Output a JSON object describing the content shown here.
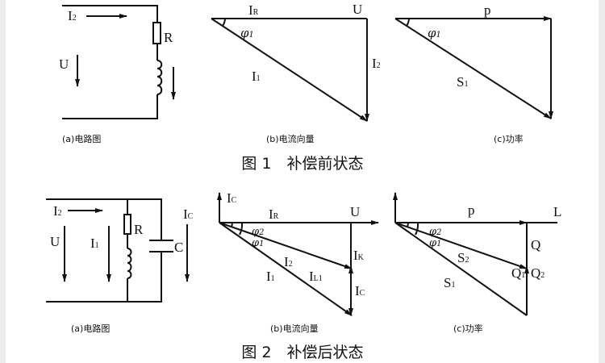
{
  "fig1": {
    "title": "图 1　补偿前状态",
    "a": {
      "caption": "(a)电路图",
      "I2": "I",
      "I2_sub": "2",
      "U": "U",
      "R": "R"
    },
    "b": {
      "caption": "(b)电流向量",
      "IR": "I",
      "IR_sub": "R",
      "U": "U",
      "phi": "φ",
      "phi_sub": "1",
      "I1": "I",
      "I1_sub": "1",
      "I2": "I",
      "I2_sub": "2"
    },
    "c": {
      "caption": "(c)功率",
      "p": "p",
      "phi": "φ",
      "phi_sub": "1",
      "S1": "S",
      "S1_sub": "1"
    }
  },
  "fig2": {
    "title": "图 2　补偿后状态",
    "a": {
      "caption": "(a)电路图",
      "I2": "I",
      "I2_sub": "2",
      "U": "U",
      "I1": "I",
      "I1_sub": "1",
      "R": "R",
      "C": "C",
      "Ic": "I",
      "Ic_sub": "C"
    },
    "b": {
      "caption": "(b)电流向量",
      "Ic": "I",
      "Ic_sub": "C",
      "IR": "I",
      "IR_sub": "R",
      "U": "U",
      "phi2": "φ",
      "phi2_sub": "2",
      "phi1": "φ",
      "phi1_sub": "1",
      "I2": "I",
      "I2_sub": "2",
      "I1": "I",
      "I1_sub": "1",
      "IL1": "I",
      "IL1_sub": "L1",
      "IK": "I",
      "IK_sub": "K",
      "Ic2": "I",
      "Ic2_sub": "C"
    },
    "c": {
      "caption": "(c)功率",
      "p": "p",
      "L": "L",
      "phi2": "φ",
      "phi2_sub": "2",
      "phi1": "φ",
      "phi1_sub": "1",
      "S2": "S",
      "S2_sub": "2",
      "S1": "S",
      "S1_sub": "1",
      "Q": "Q",
      "Q1": "Q",
      "Q1_sub": "1",
      "Q2": "Q",
      "Q2_sub": "2"
    }
  }
}
